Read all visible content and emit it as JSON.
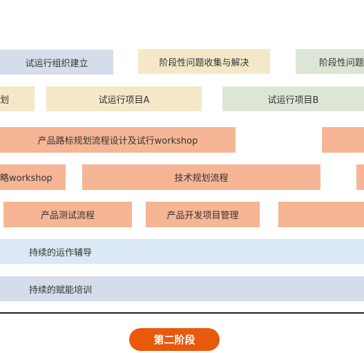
{
  "colors": {
    "lavender": "#d5dcea",
    "cream": "#f4e8c8",
    "sage": "#dde6d6",
    "salmon": "#f6b594",
    "light_blue": "#dbe8f5",
    "stage_orange": "#e8590c"
  },
  "row1": {
    "org_setup": "试运行组织建立",
    "issue_collection": "阶段性问题收集与解决",
    "partial_right": "阶段性问题"
  },
  "row2": {
    "partial_left": "划",
    "project_a": "试运行项目A",
    "project_b": "试运行项目B"
  },
  "row3": {
    "roadmap": "产品路标规划流程设计及试行workshop"
  },
  "row4": {
    "partial_left": "略workshop",
    "tech_planning": "技术规划流程"
  },
  "row5": {
    "product_testing": "产品测试流程",
    "project_mgmt": "产品开发项目管理"
  },
  "row6": {
    "ongoing_support": "持续的运作辅导"
  },
  "row7": {
    "ongoing_training": "持续的赋能培训"
  },
  "stage_label": "第二阶段"
}
